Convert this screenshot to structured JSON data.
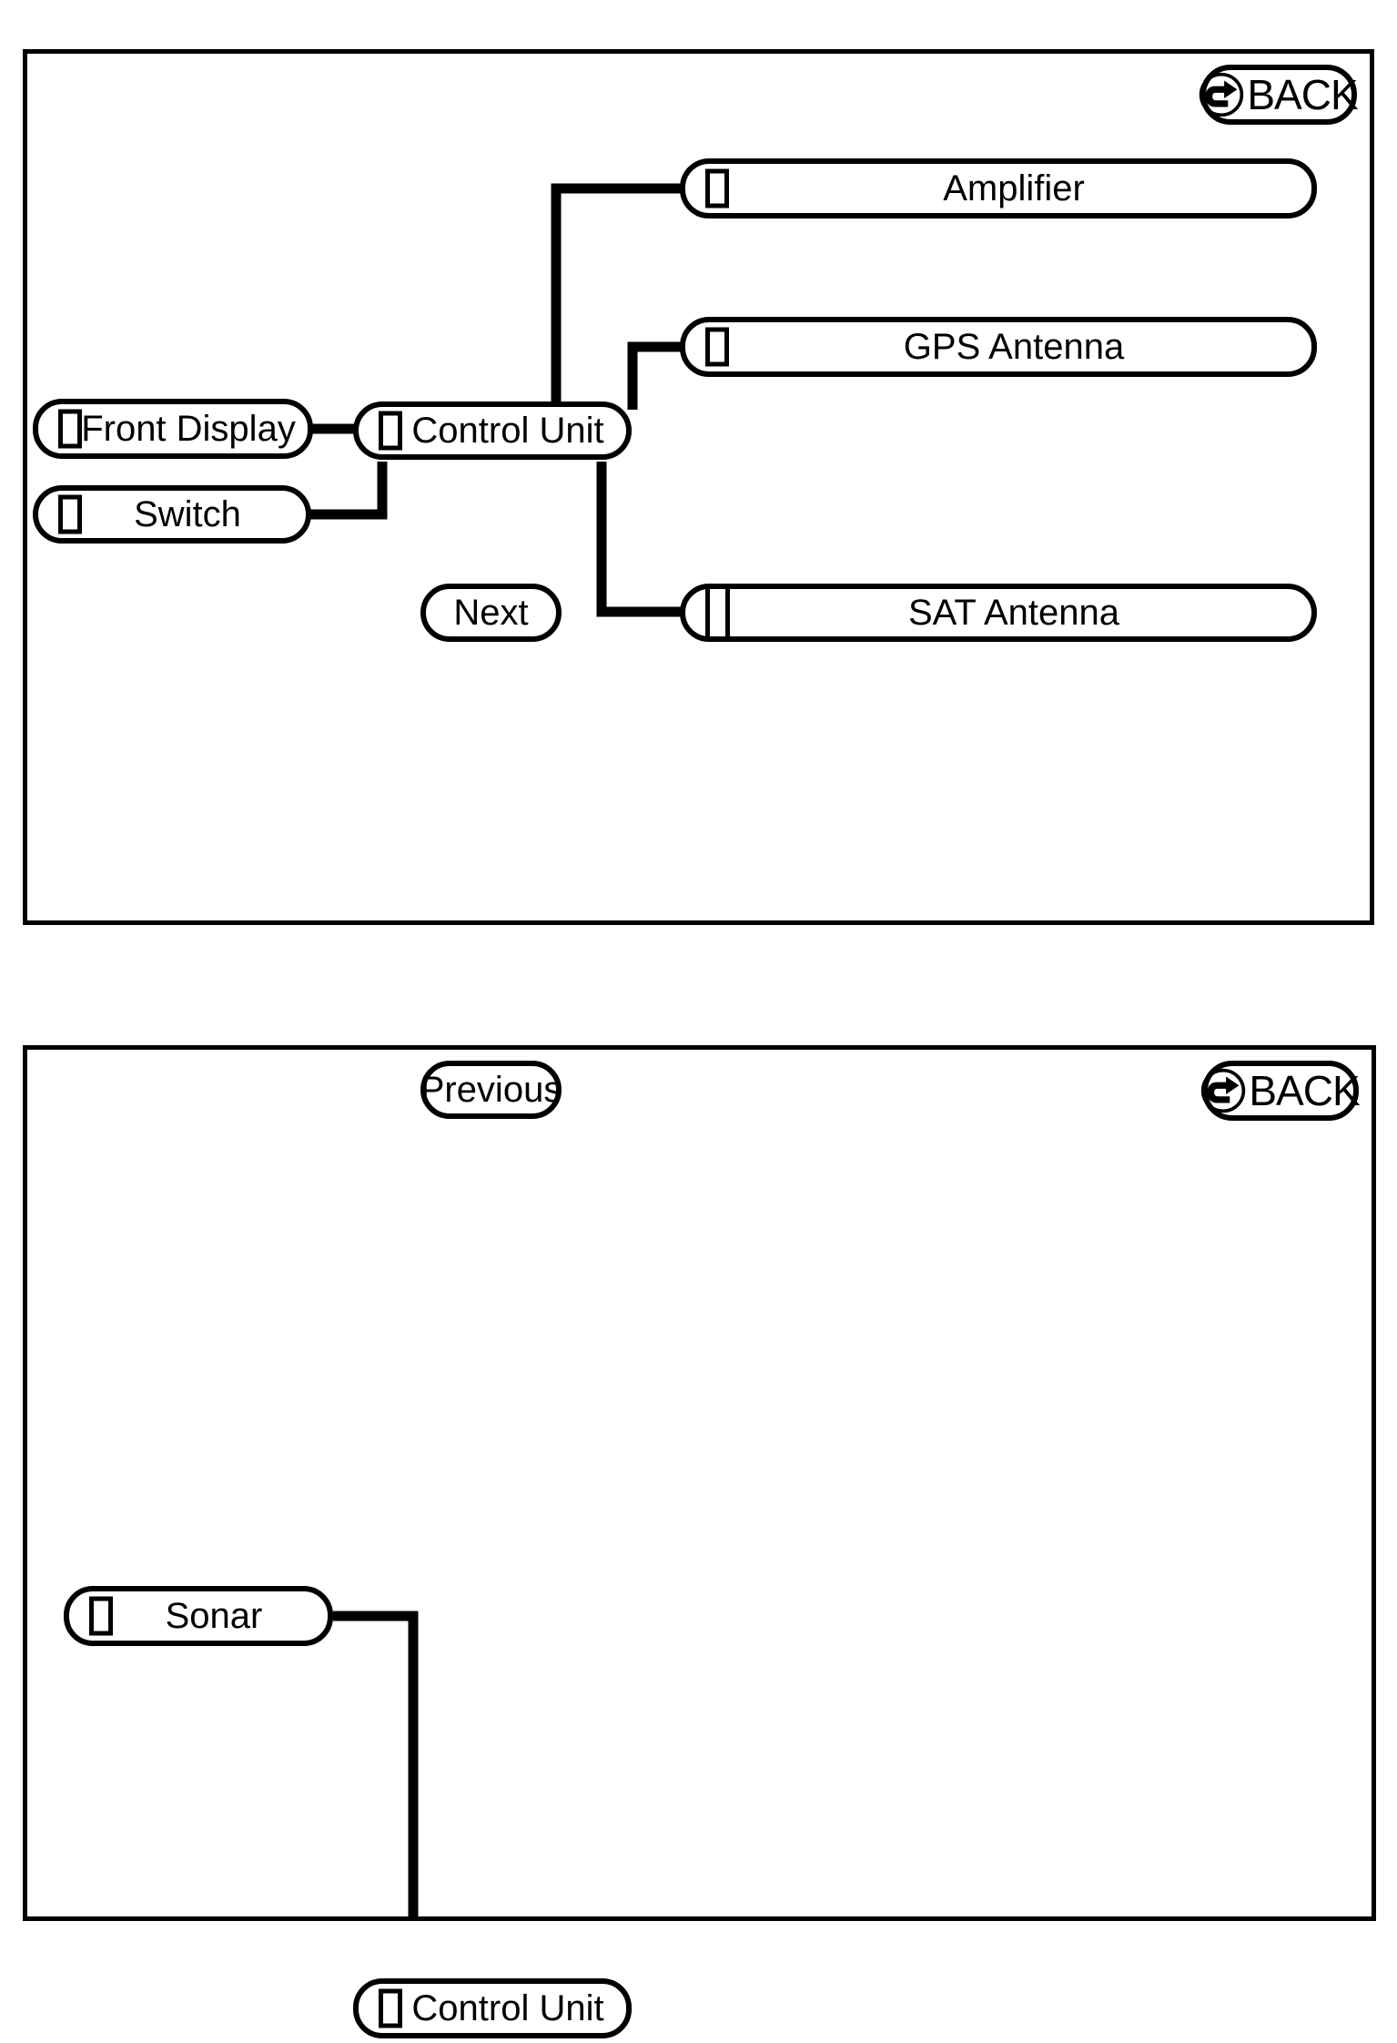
{
  "screen": {
    "background": "#ffffff",
    "line_color": "#000000"
  },
  "panels": [
    {
      "id": "panel-1",
      "name": "system-diagram-page-1",
      "back_button": {
        "label": "BACK",
        "icon": "back-arrow-icon"
      },
      "nav_button": {
        "label": "Next",
        "name": "next-button"
      },
      "nodes": [
        {
          "key": "amplifier",
          "label": "Amplifier",
          "glyph": "box-glyph"
        },
        {
          "key": "gps_antenna",
          "label": "GPS Antenna",
          "glyph": "box-glyph"
        },
        {
          "key": "front_display",
          "label": "Front Display",
          "glyph": "box-glyph"
        },
        {
          "key": "control_unit",
          "label": "Control Unit",
          "glyph": "box-glyph"
        },
        {
          "key": "switch",
          "label": "Switch",
          "glyph": "box-glyph"
        },
        {
          "key": "sat_antenna",
          "label": "SAT Antenna",
          "glyph": "box-glyph-tall"
        }
      ],
      "connections": [
        {
          "from": "control_unit",
          "to": "amplifier"
        },
        {
          "from": "control_unit",
          "to": "gps_antenna"
        },
        {
          "from": "control_unit",
          "to": "front_display"
        },
        {
          "from": "control_unit",
          "to": "switch"
        },
        {
          "from": "control_unit",
          "to": "sat_antenna"
        }
      ]
    },
    {
      "id": "panel-2",
      "name": "system-diagram-page-2",
      "back_button": {
        "label": "BACK",
        "icon": "back-arrow-icon"
      },
      "nav_button": {
        "label": "Previous",
        "name": "previous-button"
      },
      "nodes": [
        {
          "key": "sonar",
          "label": "Sonar",
          "glyph": "box-glyph"
        },
        {
          "key": "control_unit",
          "label": "Control Unit",
          "glyph": "box-glyph"
        }
      ],
      "connections": [
        {
          "from": "sonar",
          "to": "control_unit"
        }
      ]
    }
  ],
  "labels": {
    "p1_amplifier": "Amplifier",
    "p1_gps_antenna": "GPS Antenna",
    "p1_front_display": "Front Display",
    "p1_control_unit": "Control Unit",
    "p1_switch": "Switch",
    "p1_sat_antenna": "SAT Antenna",
    "p1_next": "Next",
    "p1_back": "BACK",
    "p2_previous": "Previous",
    "p2_back": "BACK",
    "p2_sonar": "Sonar",
    "p2_control_unit": "Control Unit"
  }
}
